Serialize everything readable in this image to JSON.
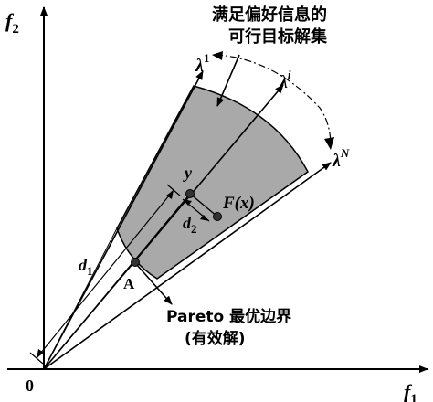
{
  "axes": {
    "y_label": "f",
    "y_sub": "2",
    "x_label": "f",
    "x_sub": "1",
    "origin": "0"
  },
  "top_label": {
    "line1": "满足偏好信息的",
    "line2": "可行目标解集"
  },
  "lambda": {
    "symbol": "λ",
    "first_sup": "1",
    "i_sup": "i",
    "n_sup": "N"
  },
  "points": {
    "y": "y",
    "fx": "F(x)",
    "a": "A"
  },
  "distances": {
    "d": "d",
    "d1_sub": "1",
    "d2_sub": "2"
  },
  "bottom_label": {
    "line1": "Pareto 最优边界",
    "line2": "(有效解)"
  },
  "colors": {
    "region_fill": "#a9a9a9",
    "ink": "#000000"
  }
}
